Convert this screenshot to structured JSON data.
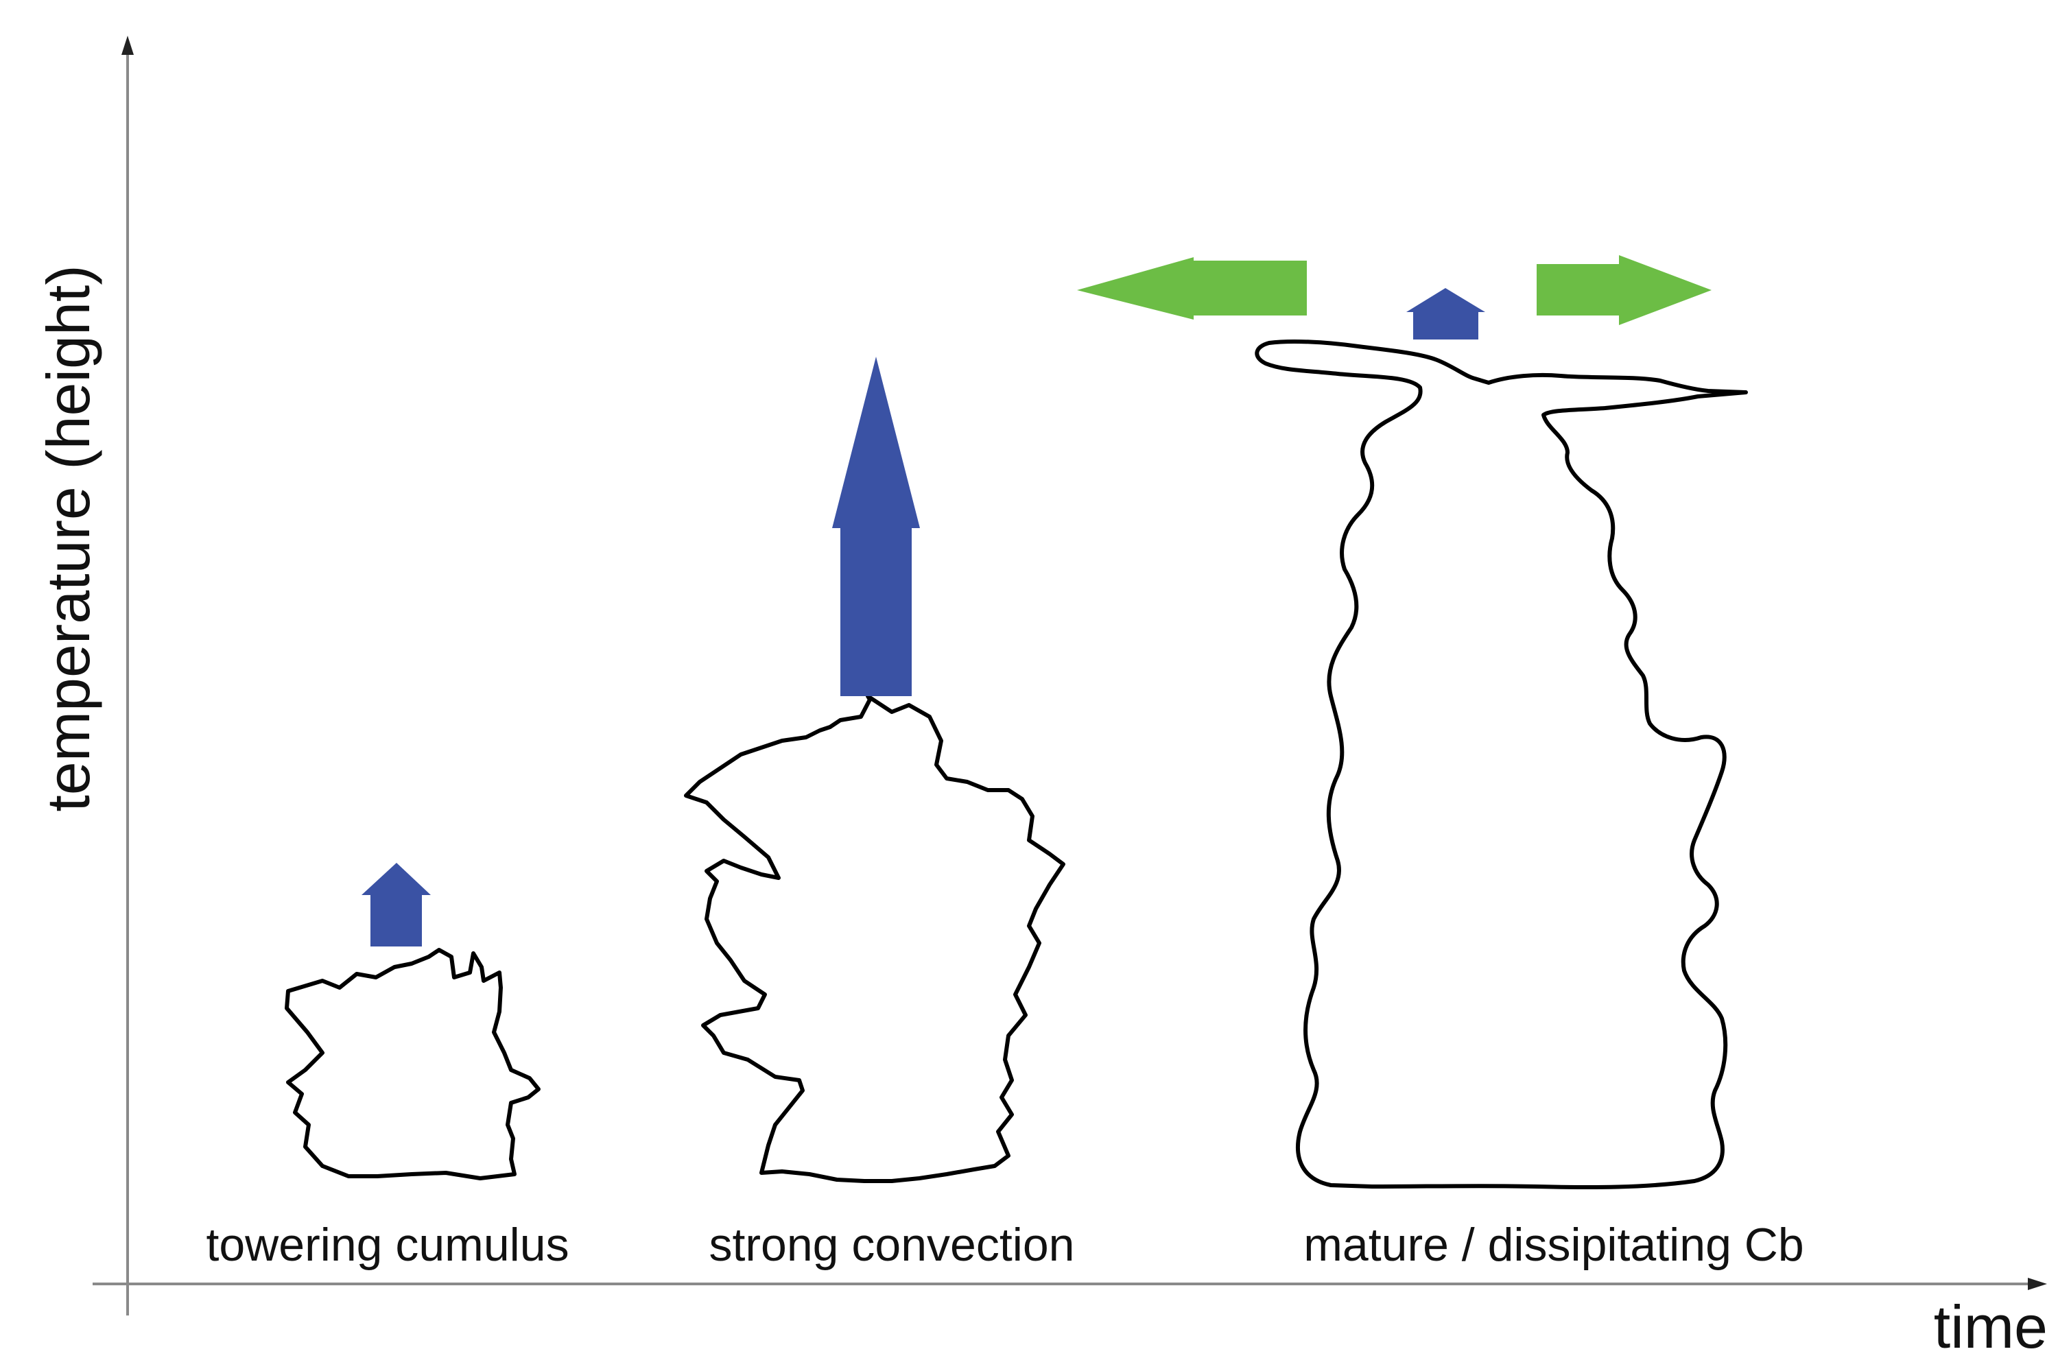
{
  "axes": {
    "y_label": "temperature (height)",
    "x_label": "time"
  },
  "stages": [
    {
      "label": "towering cumulus",
      "updraft": "small"
    },
    {
      "label": "strong convection",
      "updraft": "strong"
    },
    {
      "label": "mature / dissipitating Cb",
      "updraft": "weak",
      "outflow": "lateral spreading at top"
    }
  ],
  "colors": {
    "axis": "#8a8a8a",
    "updraft_arrow": "#3a52a4",
    "outflow_arrow": "#6cbd45",
    "cloud_outline": "#000000"
  }
}
